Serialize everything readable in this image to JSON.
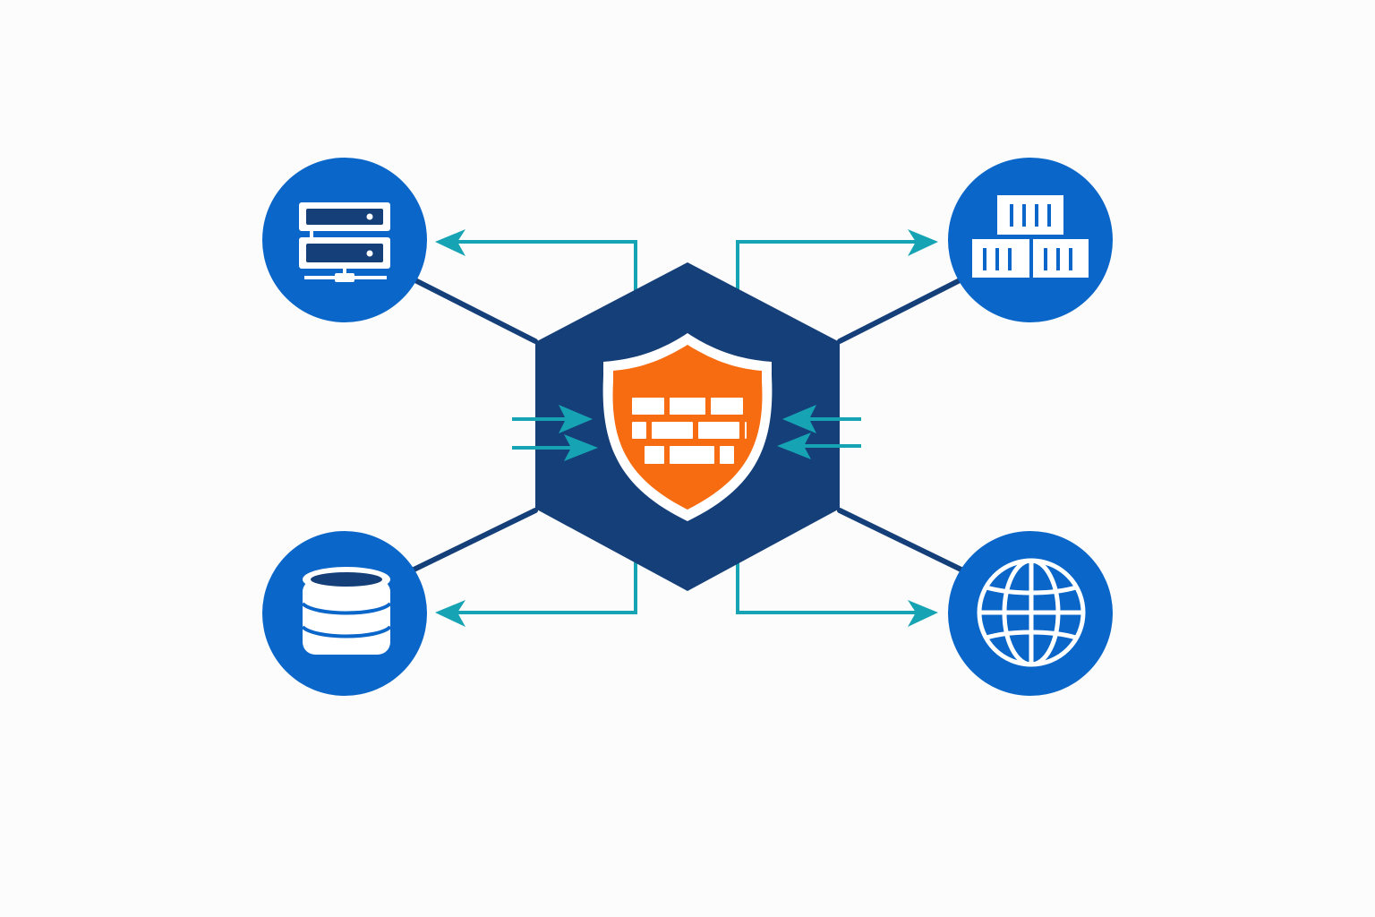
{
  "diagram": {
    "hub": {
      "name": "firewall-hub",
      "icon": "shield-firewall-icon"
    },
    "nodes": [
      {
        "id": "servers",
        "icon": "server-rack-icon"
      },
      {
        "id": "containers",
        "icon": "containers-icon"
      },
      {
        "id": "database",
        "icon": "database-icon"
      },
      {
        "id": "internet",
        "icon": "globe-icon"
      }
    ],
    "flows": {
      "servers": "outbound-from-hub",
      "containers": "outbound-from-hub",
      "database": "outbound-from-hub",
      "internet": "outbound-from-hub",
      "hub_left_inputs": 2,
      "hub_right_inputs": 2
    }
  },
  "colors": {
    "background": "#fcfcfc",
    "node_fill": "#0a66c8",
    "hub_fill": "#153f79",
    "connector": "#153f79",
    "arrow": "#16a3b3",
    "shield": "#f76b11",
    "icon": "#ffffff"
  }
}
